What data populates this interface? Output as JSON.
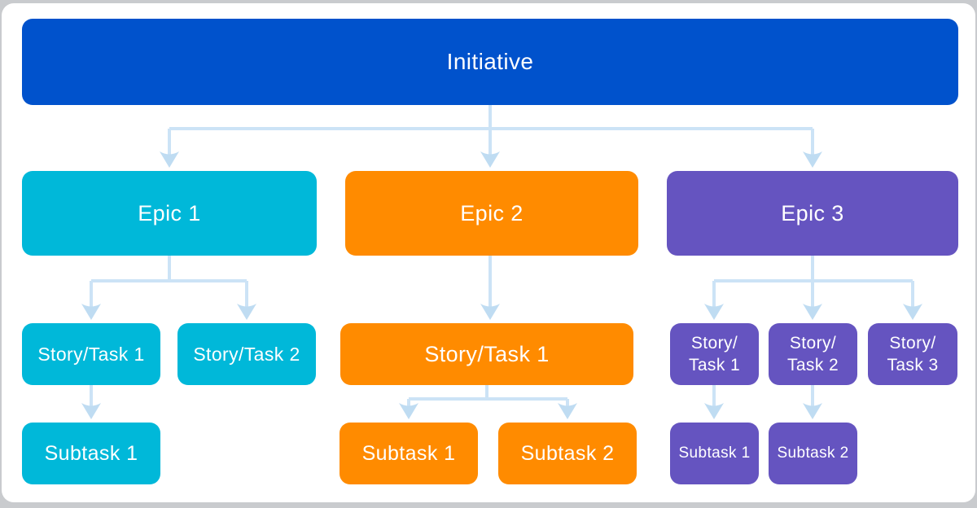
{
  "colors": {
    "initiative_blue": "#0052CC",
    "epic1_cyan": "#00B8D9",
    "epic2_orange": "#FF8B00",
    "epic3_purple": "#6554C0",
    "connector_line": "#CCE3F6",
    "connector_arrow": "#BFDCF2",
    "card_background": "#FFFFFF",
    "page_background": "#C9CBCE",
    "node_text": "#FFFFFF"
  },
  "diagram": {
    "root": {
      "label": "Initiative"
    },
    "branches": [
      {
        "epic": {
          "label": "Epic 1"
        },
        "stories": [
          {
            "label": "Story/Task 1"
          },
          {
            "label": "Story/Task 2"
          }
        ],
        "subtasks": [
          {
            "label": "Subtask 1"
          }
        ]
      },
      {
        "epic": {
          "label": "Epic 2"
        },
        "stories": [
          {
            "label": "Story/Task 1"
          }
        ],
        "subtasks": [
          {
            "label": "Subtask 1"
          },
          {
            "label": "Subtask 2"
          }
        ]
      },
      {
        "epic": {
          "label": "Epic 3"
        },
        "stories": [
          {
            "label": "Story/\nTask 1"
          },
          {
            "label": "Story/\nTask 2"
          },
          {
            "label": "Story/\nTask 3"
          }
        ],
        "subtasks": [
          {
            "label": "Subtask 1"
          },
          {
            "label": "Subtask 2"
          }
        ]
      }
    ]
  }
}
